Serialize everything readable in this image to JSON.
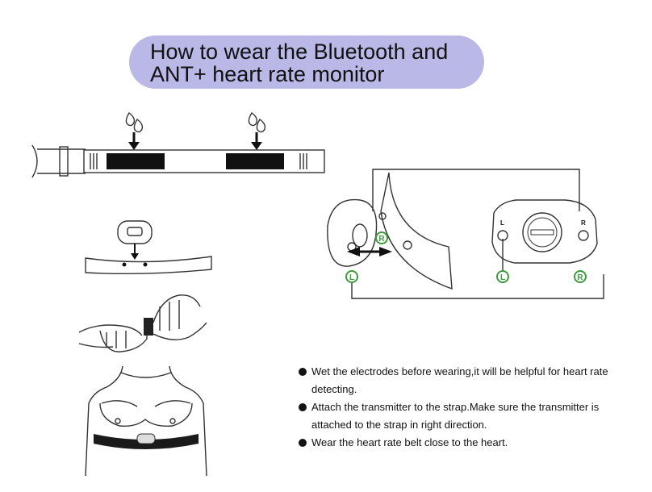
{
  "title": "How to wear the Bluetooth and\nANT+ heart rate monitor",
  "electrode_labels": {
    "left": "L",
    "right": "R"
  },
  "instructions": [
    "Wet the electrodes before wearing,it will be helpful for heart rate detecting.",
    "Attach the transmitter to the strap.Make sure the transmitter is attached to the strap in right direction.",
    "Wear the heart rate belt close to the heart."
  ],
  "colors": {
    "title_background": "#b9b8e6",
    "electrode_badge": "#3f9a3f",
    "strap_electrode": "#111111"
  }
}
